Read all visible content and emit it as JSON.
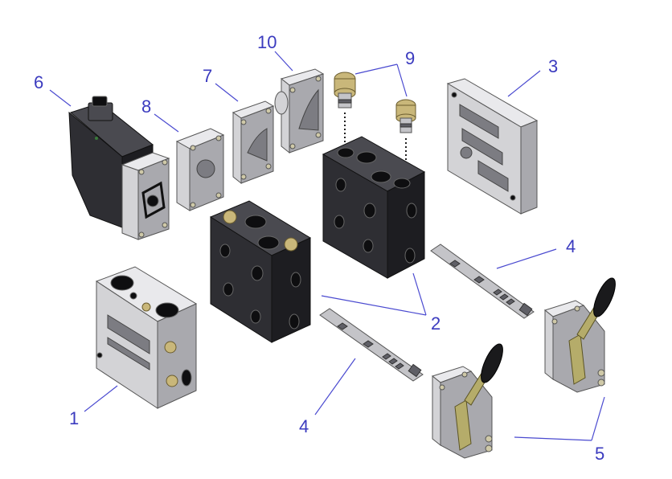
{
  "callouts": [
    {
      "id": "c1",
      "text": "1"
    },
    {
      "id": "c2",
      "text": "2"
    },
    {
      "id": "c3",
      "text": "3"
    },
    {
      "id": "c4a",
      "text": "4"
    },
    {
      "id": "c4b",
      "text": "4"
    },
    {
      "id": "c5",
      "text": "5"
    },
    {
      "id": "c6",
      "text": "6"
    },
    {
      "id": "c7",
      "text": "7"
    },
    {
      "id": "c8",
      "text": "8"
    },
    {
      "id": "c9",
      "text": "9"
    },
    {
      "id": "c10",
      "text": "10"
    }
  ],
  "colors": {
    "callout_text": "#3b3bbf",
    "leader_line": "#4a4ad0",
    "dark_section": "#2e2e33",
    "metal": "#d3d3d6",
    "lever_brass": "#b5ac6a",
    "background": "#ffffff"
  }
}
